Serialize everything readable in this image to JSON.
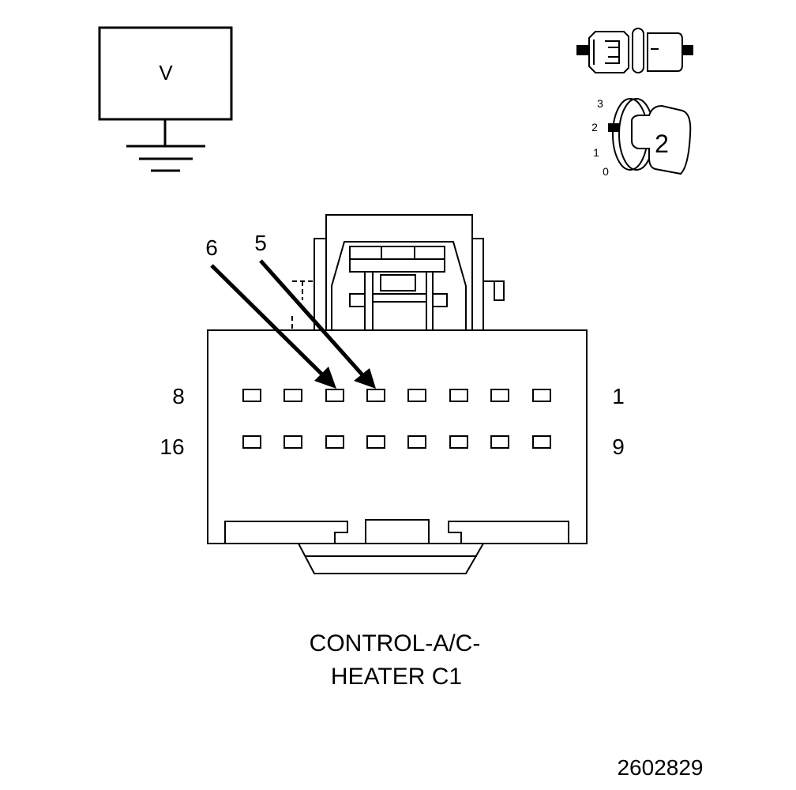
{
  "voltmeter": {
    "symbol": "V"
  },
  "key_switch": {
    "positions": [
      "3",
      "2",
      "1",
      "0"
    ],
    "selected_position": "2"
  },
  "connector": {
    "pin_callouts": [
      "6",
      "5"
    ],
    "row_labels": {
      "top_left": "8",
      "top_right": "1",
      "bottom_left": "16",
      "bottom_right": "9"
    },
    "name_line1": "CONTROL-A/C-",
    "name_line2": "HEATER C1"
  },
  "figure_id": "2602829"
}
